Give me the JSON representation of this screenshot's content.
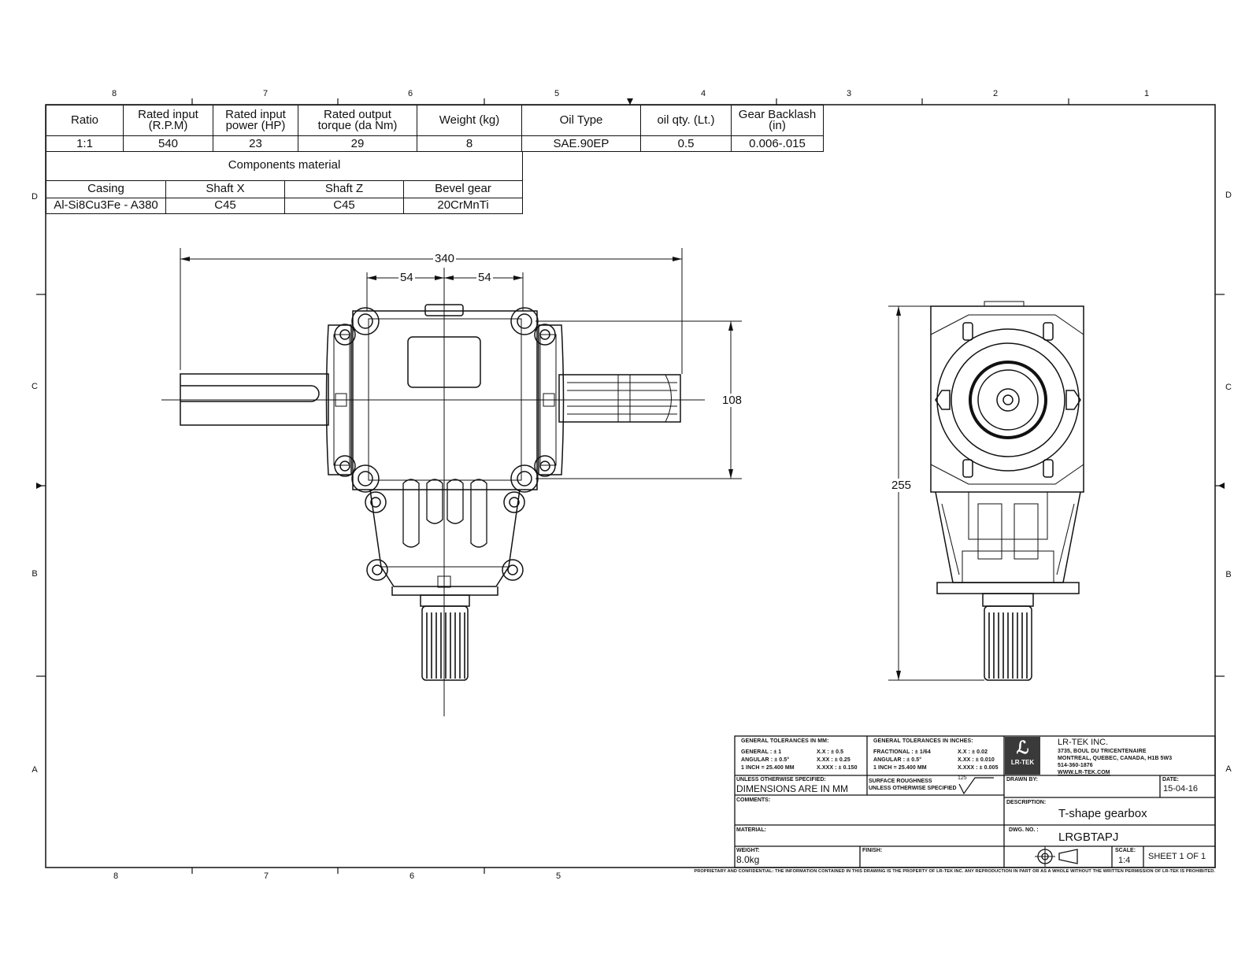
{
  "zones": {
    "top_cols": [
      "8",
      "7",
      "6",
      "5",
      "4",
      "3",
      "2",
      "1"
    ],
    "bottom_cols": [
      "8",
      "7",
      "6",
      "5"
    ],
    "left_rows": [
      "D",
      "C",
      "B",
      "A"
    ],
    "right_rows": [
      "D",
      "C",
      "B",
      "A"
    ]
  },
  "spec_table": {
    "headers": [
      "Ratio",
      "Rated input (R.P.M)",
      "Rated input power (HP)",
      "Rated output torque (da Nm)",
      "Weight (kg)",
      "Oil Type",
      "oil qty. (Lt.)",
      "Gear Backlash (in)"
    ],
    "header_lines": [
      [
        "Ratio"
      ],
      [
        "Rated input",
        "(R.P.M)"
      ],
      [
        "Rated input",
        "power (HP)"
      ],
      [
        "Rated output",
        "torque (da Nm)"
      ],
      [
        "Weight (kg)"
      ],
      [
        "Oil Type"
      ],
      [
        "oil qty. (Lt.)"
      ],
      [
        "Gear Backlash",
        "(in)"
      ]
    ],
    "values": [
      "1:1",
      "540",
      "23",
      "29",
      "8",
      "SAE.90EP",
      "0.5",
      "0.006-.015"
    ]
  },
  "materials_table": {
    "title": "Components material",
    "headers": [
      "Casing",
      "Shaft X",
      "Shaft Z",
      "Bevel gear"
    ],
    "values": [
      "Al-Si8Cu3Fe - A380",
      "C45",
      "C45",
      "20CrMnTi"
    ]
  },
  "dimensions": {
    "overall_width": "340",
    "left_offset": "54",
    "right_offset": "54",
    "shaft_spacing": "108",
    "overall_height": "255"
  },
  "title_block": {
    "tol_mm_title": "GENERAL TOLERANCES IN MM:",
    "tol_mm_lines": [
      "GENERAL : ± 1",
      "ANGULAR : ± 0.5°",
      "1 INCH = 25.400 MM"
    ],
    "tol_mm_lines_b": [
      "X.X : ± 0.5",
      "X.XX : ± 0.25",
      "X.XXX : ± 0.150"
    ],
    "tol_in_title": "GENERAL TOLERANCES IN INCHES:",
    "tol_in_lines": [
      "FRACTIONAL : ± 1/64",
      "ANGULAR : ± 0.5°",
      "1 INCH = 25.400 MM"
    ],
    "tol_in_lines_b": [
      "X.X : ± 0.02",
      "X.XX : ± 0.010",
      "X.XXX : ± 0.005"
    ],
    "logo_text": "LR-TEK",
    "company_name": "LR-TEK INC.",
    "company_address": [
      "3735, BOUL DU TRICENTENAIRE",
      "MONTREAL, QUEBEC, CANADA, H1B 5W3",
      "514-360-1876",
      "WWW.LR-TEK.COM"
    ],
    "unless_label": "UNLESS OTHERWISE SPECIFIED:",
    "dimensions_note": "DIMENSIONS ARE IN MM",
    "surface_label": "SURFACE ROUGHNESS",
    "surface_label_b": "UNLESS OTHERWISE SPECIFIED",
    "roughness_value": "125",
    "drawn_by_label": "DRAWN BY:",
    "date_label": "DATE:",
    "date_value": "15-04-16",
    "comments_label": "COMMENTS:",
    "description_label": "DESCRIPTION:",
    "description_value": "T-shape gearbox",
    "material_label": "MATERIAL:",
    "dwg_no_label": "DWG. NO. :",
    "dwg_no_value": "LRGBTAPJ",
    "weight_label": "WEIGHT:",
    "weight_value": "8.0kg",
    "finish_label": "FINISH:",
    "scale_label": "SCALE:",
    "scale_value": "1:4",
    "sheet_value": "SHEET 1 OF 1"
  },
  "footer_note": "PROPRIETARY AND CONFIDENTIAL: THE INFORMATION CONTAINED IN THIS DRAWING IS THE PROPERTY OF LR-TEK INC. ANY REPRODUCTION IN PART OR AS A WHOLE WITHOUT THE WRITTEN PERMISSION OF LR-TEK IS PROHIBITED.",
  "colors": {
    "line": "#111111",
    "background": "#ffffff",
    "logo_bg": "#3a3a3a"
  }
}
